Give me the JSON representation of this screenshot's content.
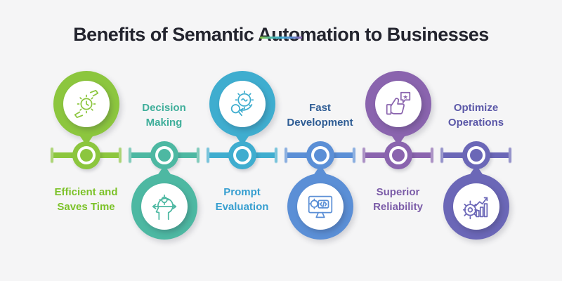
{
  "background": "#f5f5f6",
  "title": {
    "text": "Benefits of Semantic Automation to Businesses",
    "color": "#23242e",
    "underline_gradient": [
      "#8cc63e",
      "#4db8a2",
      "#3fadcf",
      "#5b8fd6",
      "#8a64ae"
    ]
  },
  "items": [
    {
      "label": "Efficient and\nSaves Time",
      "pin_position": "above-line",
      "icon": "hands-clock-efficiency-icon",
      "color": "#8cc63e",
      "label_color": "#7cc229"
    },
    {
      "label": "Decision\nMaking",
      "pin_position": "below-line",
      "icon": "head-gear-decision-icon",
      "color": "#4db8a2",
      "label_color": "#3fae9a"
    },
    {
      "label": "Prompt\nEvaluation",
      "pin_position": "above-line",
      "icon": "gear-magnifier-evaluation-icon",
      "color": "#3fadcf",
      "label_color": "#379fd0"
    },
    {
      "label": "Fast\nDevelopment",
      "pin_position": "below-line",
      "icon": "monitor-code-development-icon",
      "color": "#5b8fd6",
      "label_color": "#2e5c94"
    },
    {
      "label": "Superior\nReliability",
      "pin_position": "above-line",
      "icon": "thumbsup-star-reliability-icon",
      "color": "#8a64ae",
      "label_color": "#7b5ca8"
    },
    {
      "label": "Optimize\nOperations",
      "pin_position": "below-line",
      "icon": "gear-chart-optimization-icon",
      "color": "#6b67b7",
      "label_color": "#5b58a8"
    }
  ]
}
